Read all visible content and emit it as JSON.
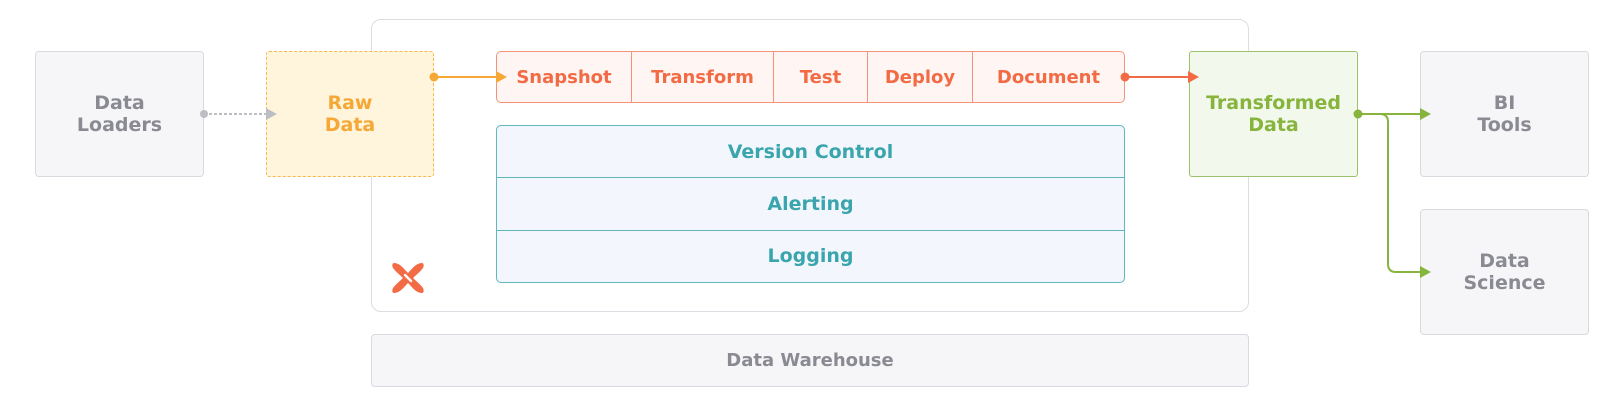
{
  "nodes": {
    "data_loaders": [
      "Data",
      "Loaders"
    ],
    "raw_data": [
      "Raw",
      "Data"
    ],
    "transformed_data": [
      "Transformed",
      "Data"
    ],
    "bi_tools": [
      "BI",
      "Tools"
    ],
    "data_science": [
      "Data",
      "Science"
    ],
    "data_warehouse": "Data Warehouse"
  },
  "steps": [
    "Snapshot",
    "Transform",
    "Test",
    "Deploy",
    "Document"
  ],
  "operations": [
    "Version Control",
    "Alerting",
    "Logging"
  ],
  "colors": {
    "loader_arrow": "#bdbdc4",
    "raw": "#f6a836",
    "steps": "#f26b45",
    "operations": "#3aa5ad",
    "transformed": "#86b43d",
    "logo": "#f26b45"
  },
  "icons": {
    "logo": "dbt-logo-icon"
  }
}
